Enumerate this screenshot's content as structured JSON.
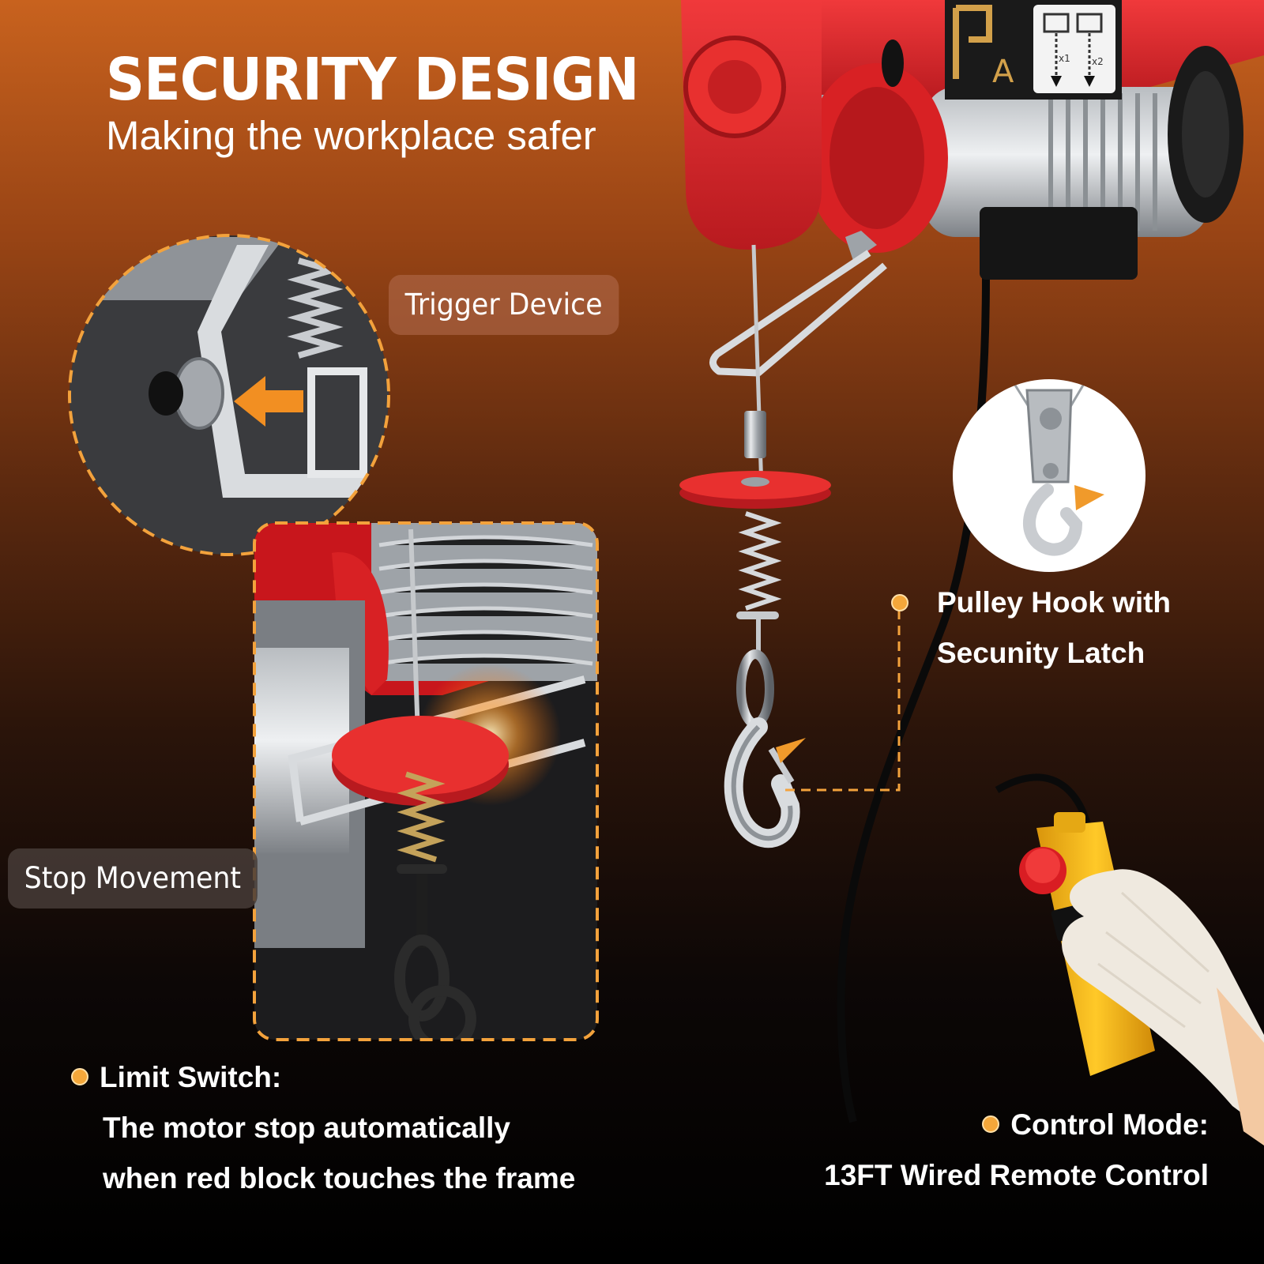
{
  "headline": {
    "title": "SECURITY DESIGN",
    "subtitle": "Making the workplace safer"
  },
  "tags": {
    "trigger": "Trigger Device",
    "stop": "Stop Movement"
  },
  "features": {
    "limit_switch": {
      "title": "Limit Switch:",
      "line1": "The motor stop automatically",
      "line2": "when red block touches the frame"
    },
    "pulley_hook": {
      "line1": "Pulley Hook with",
      "line2": "Secunity Latch"
    },
    "control_mode": {
      "title": "Control Mode:",
      "line1": "13FT Wired Remote Control"
    }
  },
  "product_label": {
    "mark": "A",
    "single_line": "x1",
    "double_line": "x2"
  },
  "colors": {
    "hoist_red": "#e0272b",
    "accent_orange": "#f4a73a",
    "remote_yellow": "#f5b51c",
    "dashed_border": "#f3a23c"
  }
}
